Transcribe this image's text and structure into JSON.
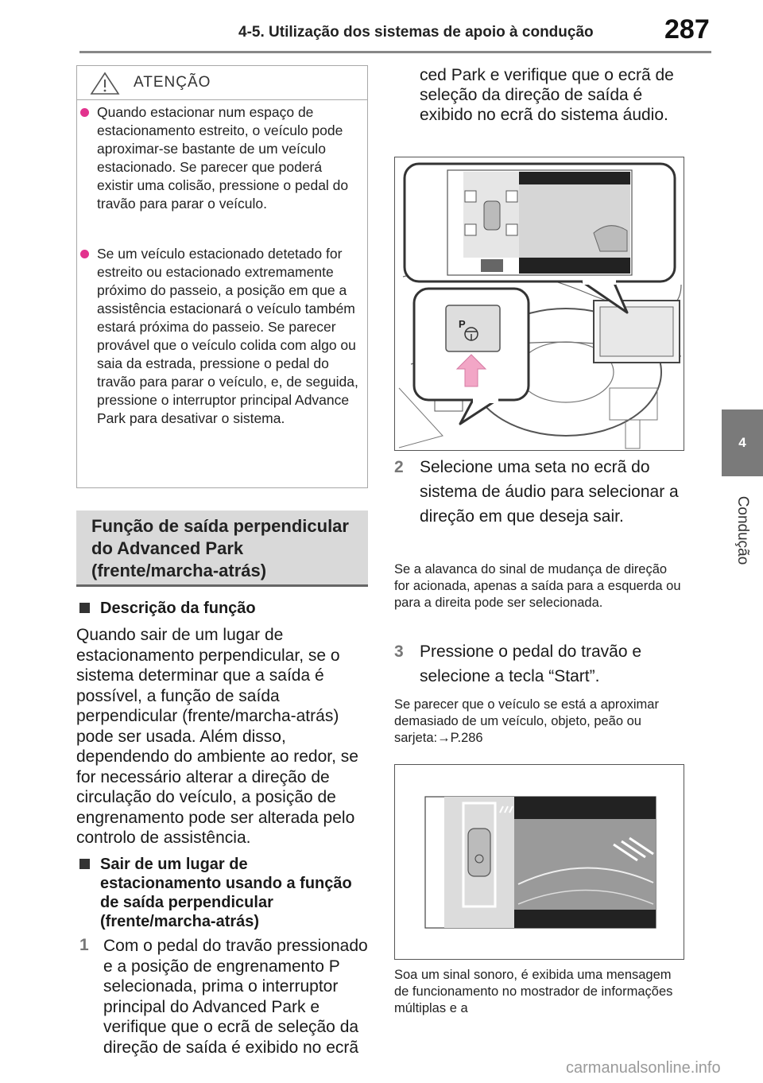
{
  "header": {
    "title": "4-5. Utilização dos sistemas de apoio à condução",
    "page_number": "287"
  },
  "side_tab": {
    "number": "4",
    "label": "Condução"
  },
  "warning": {
    "title": "ATENÇÃO",
    "items": [
      "Quando estacionar num espaço de estacionamento estreito, o veículo pode aproximar-se bastante de um veículo estacionado. Se parecer que poderá existir uma colisão, pressione o pedal do travão para parar o veículo.",
      "Se um veículo estacionado detetado for estreito ou estacionado extremamente próximo do passeio, a posição em que a assistência estacionará o veículo também estará próxima do passeio. Se parecer provável que o veículo colida com algo ou saia da estrada, pressione o pedal do travão para parar o veículo, e, de seguida, pressione o interruptor principal Advance Park para desativar o sistema."
    ]
  },
  "section": {
    "title": "Função de saída perpendicular do Advanced Park (frente/marcha-atrás)"
  },
  "subheads": {
    "desc": "Descrição da função",
    "exit": "Sair de um lugar de estacionamento usando a função de saída perpendicular (frente/marcha-atrás)"
  },
  "desc_text": "Quando sair de um lugar de estacionamento perpendicular, se o sistema determinar que a saída é possível, a função de saída perpendicular (frente/marcha-atrás) pode ser usada. Além disso, dependendo do ambiente ao redor, se for necessário alterar a direção de circulação do veículo, a posição de engrenamento pode ser alterada pelo controlo de assistência.",
  "steps": [
    {
      "num": "1",
      "text": "Com o pedal do travão pressionado e a posição de engrenamento P selecionada, prima o interruptor principal do Advanced Park e verifique que o ecrã de seleção da direção de saída é exibido no ecrã do sistema áudio."
    },
    {
      "num": "2",
      "text": "Selecione uma seta no ecrã do sistema de áudio para selecionar a direção em que deseja sair."
    },
    {
      "num": "3",
      "text": "Pressione o pedal do travão e selecione a tecla “Start”."
    }
  ],
  "notes": {
    "turn_signal": "Se a alavanca do sinal de mudança de direção for acionada, apenas a saída para a esquerda ou para a direita pode ser selecionada.",
    "approach": "Se parecer que o veículo se está a aproximar demasiado de um veículo, objeto, peão ou sarjeta:→P.286",
    "beep": "Soa um sinal sonoro, é exibida uma mensagem de funcionamento no mostrador de informações múltiplas e a"
  },
  "figure1": {
    "button_letter": "P"
  },
  "watermark": "carmanualsonline.info",
  "colors": {
    "bullet": "#e2338e",
    "arrow": "#f2a6c6",
    "section_bg": "#d9d9d9",
    "tab": "#7a7a7a"
  }
}
